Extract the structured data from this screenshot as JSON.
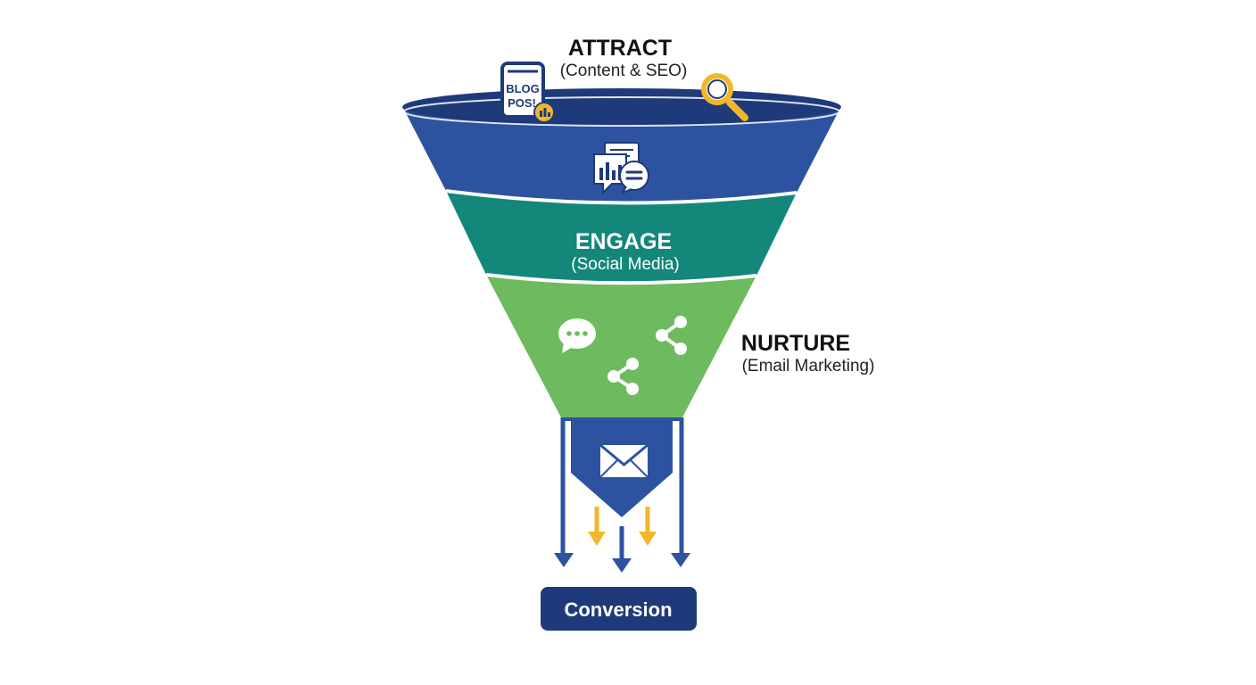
{
  "stages": [
    {
      "title": "ATTRACT",
      "subtitle": "(Content & SEO)"
    },
    {
      "title": "ENGAGE",
      "subtitle": "(Social Media)"
    },
    {
      "title": "NURTURE",
      "subtitle": "(Email Marketing)"
    }
  ],
  "blog_icon": {
    "line1": "BLOG",
    "line2": "POS!"
  },
  "conversion": {
    "label": "Conversion"
  },
  "colors": {
    "navy": "#1e3a7a",
    "blue": "#2d53a0",
    "teal": "#13877a",
    "green": "#6dbb5e",
    "gold": "#f2b72a",
    "text_dark": "#111111",
    "white": "#ffffff"
  },
  "icons": [
    "blog-post-icon",
    "search-icon",
    "analytics-chat-icon",
    "chat-bubble-icon",
    "share-icon",
    "envelope-icon",
    "arrow-down-icon"
  ]
}
